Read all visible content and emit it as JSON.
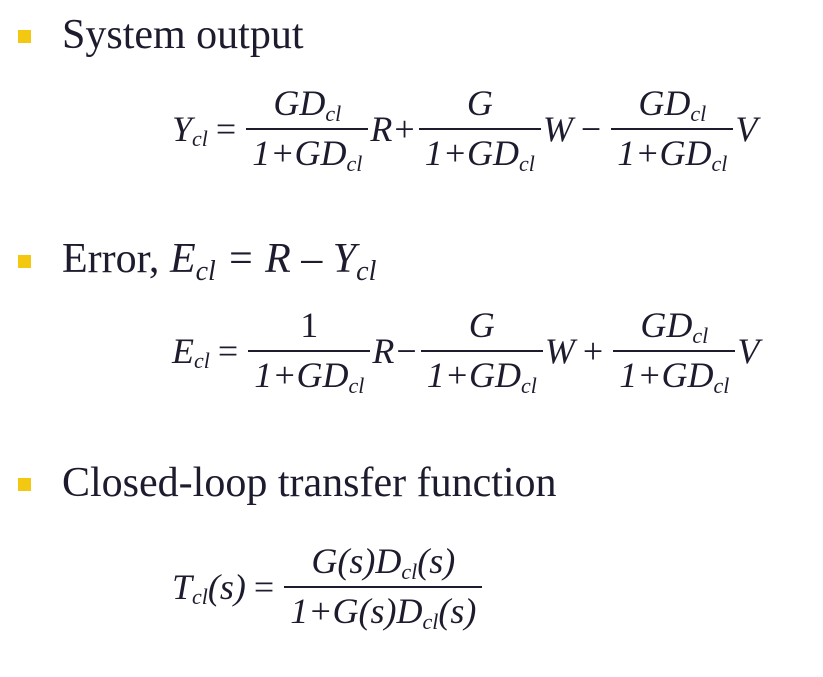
{
  "bullets": {
    "system_output": "System output",
    "error_prefix": "Error, ",
    "error_E": "E",
    "error_sub1": "cl",
    "error_mid": " = R – Y",
    "error_sub2": "cl",
    "closed_loop": "Closed-loop transfer function"
  },
  "eq1": {
    "lhs": "Y",
    "lhs_sub": "cl",
    "eq": "=",
    "f1_num": "GD",
    "f1_num_sub": "cl",
    "f1_den": "1+GD",
    "f1_den_sub": "cl",
    "v1": "R",
    "op1": "+",
    "f2_num": "G",
    "f2_den": "1+GD",
    "f2_den_sub": "cl",
    "v2": "W",
    "op2": "−",
    "f3_num": "GD",
    "f3_num_sub": "cl",
    "f3_den": "1+GD",
    "f3_den_sub": "cl",
    "v3": "V"
  },
  "eq2": {
    "lhs": "E",
    "lhs_sub": "cl",
    "eq": "=",
    "f1_num": "1",
    "f1_den": "1+GD",
    "f1_den_sub": "cl",
    "v1": "R",
    "op1": "−",
    "f2_num": "G",
    "f2_den": "1+GD",
    "f2_den_sub": "cl",
    "v2": "W",
    "op2": "+",
    "f3_num": "GD",
    "f3_num_sub": "cl",
    "f3_den": "1+GD",
    "f3_den_sub": "cl",
    "v3": "V"
  },
  "eq3": {
    "lhs": "T",
    "lhs_sub": "cl",
    "lhs_arg": "(s)",
    "eq": "=",
    "num_a": "G(s)D",
    "num_sub": "cl",
    "num_b": "(s)",
    "den_a": "1+G(s)D",
    "den_sub": "cl",
    "den_b": "(s)"
  }
}
